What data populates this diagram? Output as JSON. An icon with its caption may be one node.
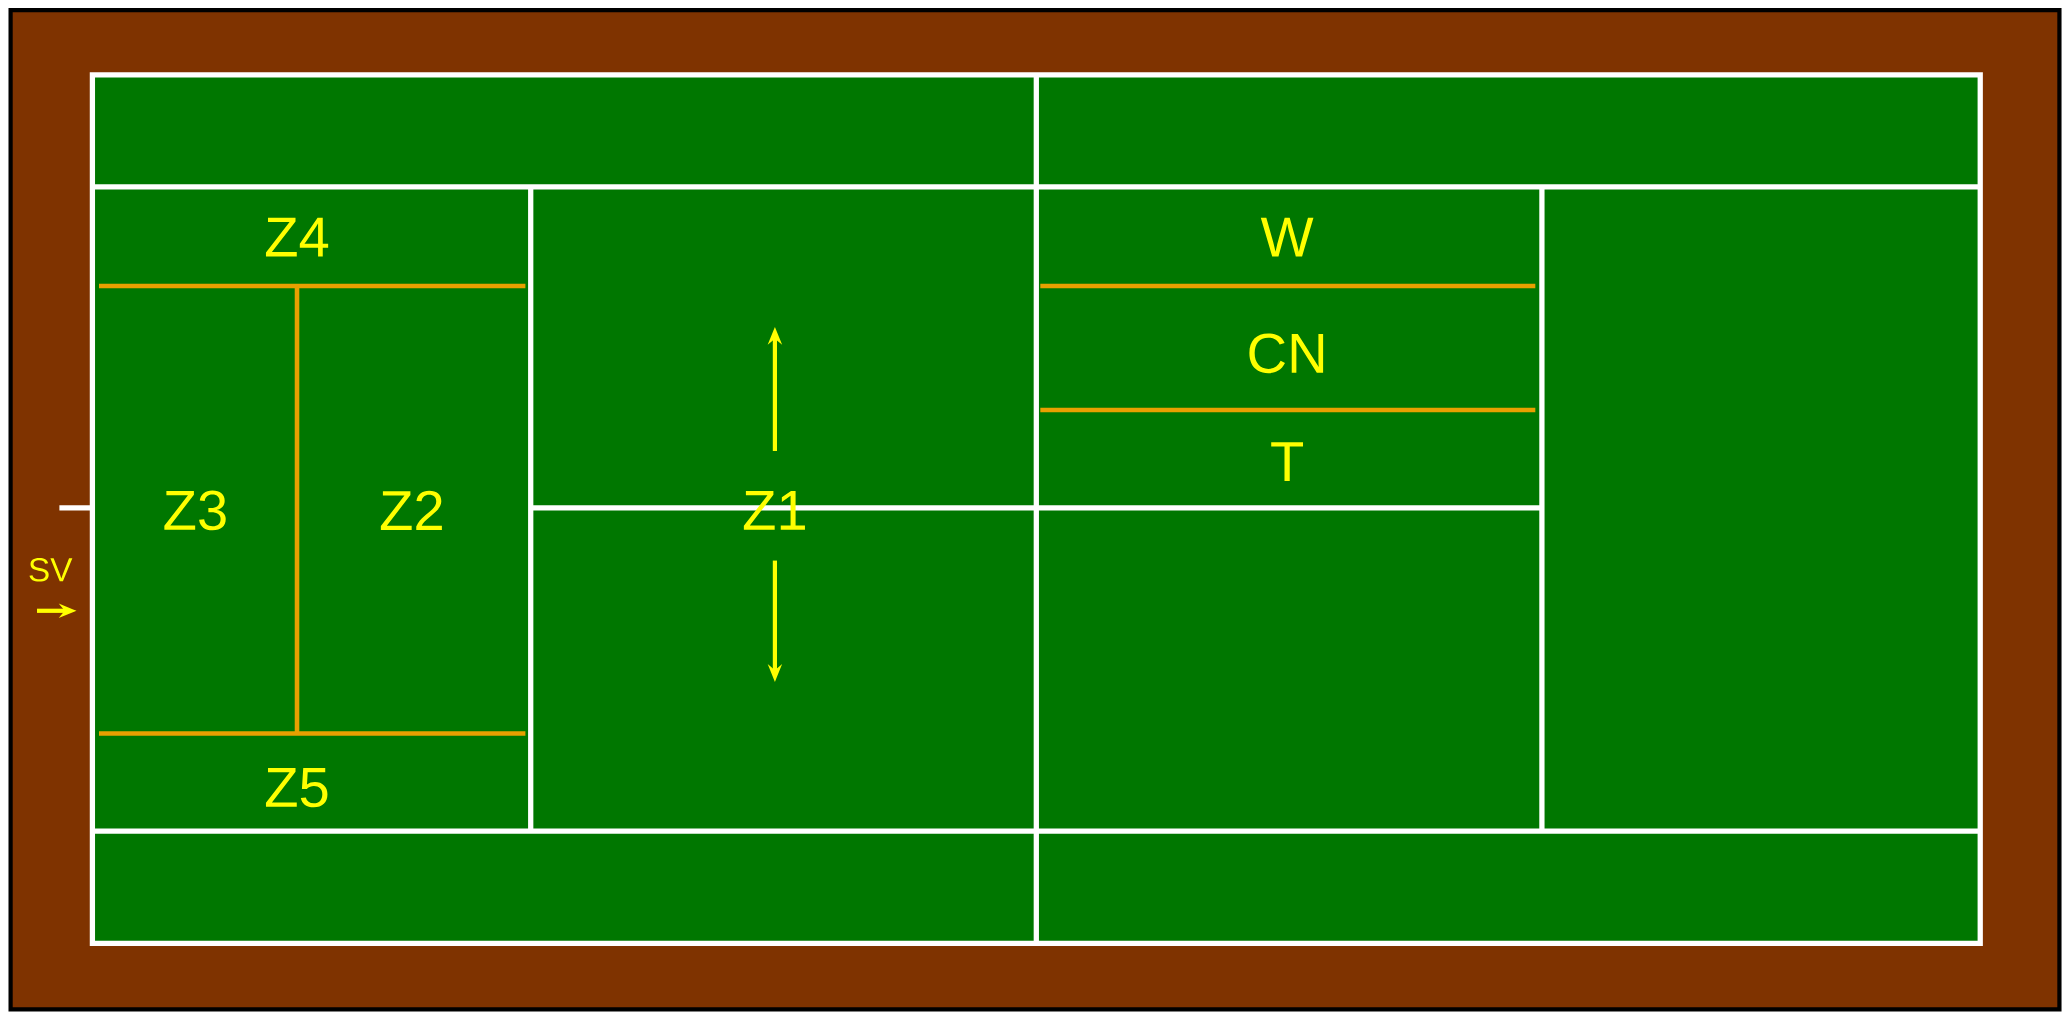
{
  "diagram": {
    "labels": [
      "Z4",
      "W",
      "CN",
      "T",
      "Z3",
      "Z2",
      "Z1",
      "SV",
      "Z5"
    ]
  }
}
